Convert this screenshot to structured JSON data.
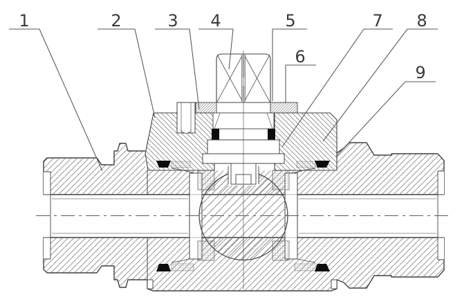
{
  "figure": {
    "description": "Sectional assembly drawing of a ball valve with numbered part callouts",
    "background_color": "#ffffff",
    "line_color": "#404040",
    "hatch_color": "#6f6f6f",
    "seal_color": "#0d0d0d",
    "callout_color": "#3a3a3a"
  },
  "callouts": [
    {
      "label": "1"
    },
    {
      "label": "2"
    },
    {
      "label": "3"
    },
    {
      "label": "4"
    },
    {
      "label": "5"
    },
    {
      "label": "6"
    },
    {
      "label": "7"
    },
    {
      "label": "8"
    },
    {
      "label": "9"
    }
  ]
}
